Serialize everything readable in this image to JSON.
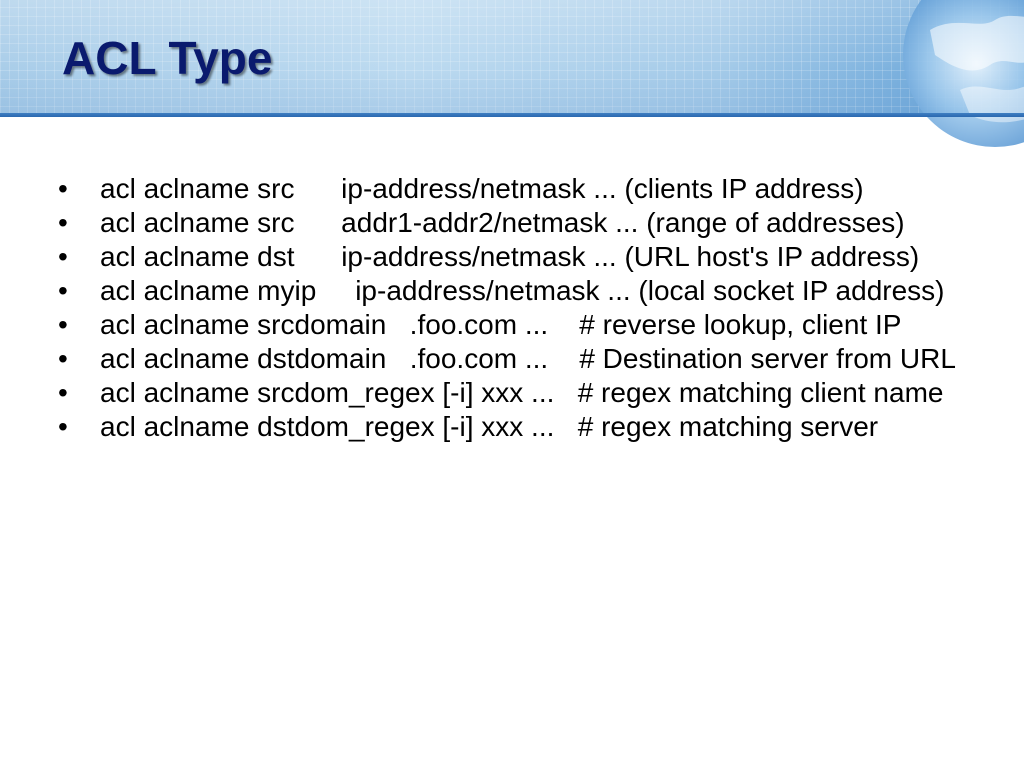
{
  "slide": {
    "title": "ACL Type",
    "bullet_symbol": "•",
    "bullets": [
      "acl aclname src      ip-address/netmask ... (clients IP address)",
      "acl aclname src      addr1-addr2/netmask ... (range of addresses)",
      "acl aclname dst      ip-address/netmask ... (URL host's IP address)",
      "acl aclname myip     ip-address/netmask ... (local socket IP address)",
      "acl aclname srcdomain   .foo.com ...    # reverse lookup, client IP",
      "acl aclname dstdomain   .foo.com ...    # Destination server from URL",
      "acl aclname srcdom_regex [-i] xxx ...   # regex matching client name",
      "acl aclname dstdom_regex [-i] xxx ...   # regex matching server"
    ]
  },
  "theme": {
    "title_color": "#0a1a6e",
    "banner_color": "#a9cde9",
    "banner_edge_color": "#2a68b0",
    "decoration": "globe-icon"
  }
}
